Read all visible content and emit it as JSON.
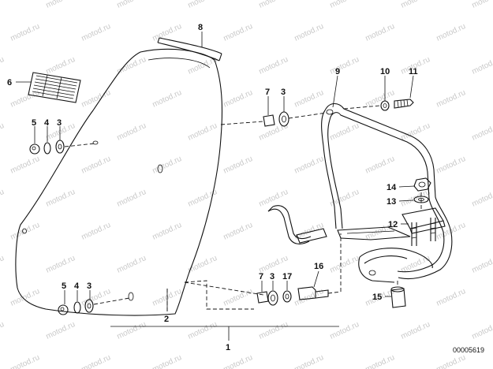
{
  "watermark": "motod.ru",
  "doc_number": "00005619",
  "labels": {
    "p1": "1",
    "p2": "2",
    "p3a": "3",
    "p3b": "3",
    "p3c": "3",
    "p3d": "3",
    "p4a": "4",
    "p4b": "4",
    "p5a": "5",
    "p5b": "5",
    "p6": "6",
    "p7a": "7",
    "p7b": "7",
    "p8": "8",
    "p9": "9",
    "p10": "10",
    "p11": "11",
    "p12": "12",
    "p13": "13",
    "p14": "14",
    "p15": "15",
    "p16": "16",
    "p17": "17"
  }
}
